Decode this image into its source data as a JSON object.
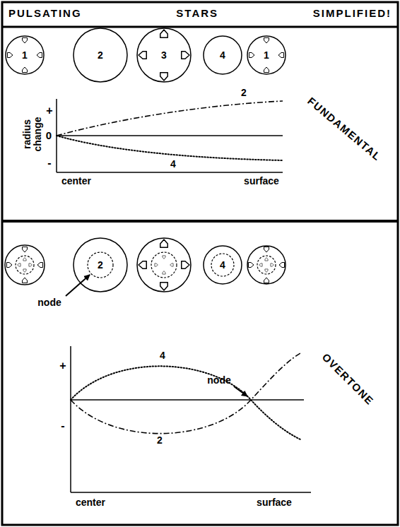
{
  "diagram": {
    "title": "PULSATING STARS SIMPLIFIED!",
    "nodes": [
      {
        "text": [
          "1"
        ]
      },
      {
        "text": [
          "2"
        ]
      },
      {
        "text": [
          "3"
        ]
      },
      {
        "text": [
          "4"
        ]
      },
      {
        "text": [
          "1"
        ]
      },
      {
        "text": [
          "2"
        ]
      },
      {
        "text": [
          "4"
        ]
      }
    ],
    "labels": [
      "radius change",
      "+",
      "0",
      "-",
      "center",
      "surface",
      "2",
      "4",
      "FUNDAMENTAL",
      "node",
      "+",
      "-",
      "4",
      "node",
      "2",
      "OVERTONE",
      "center",
      "surface"
    ]
  }
}
